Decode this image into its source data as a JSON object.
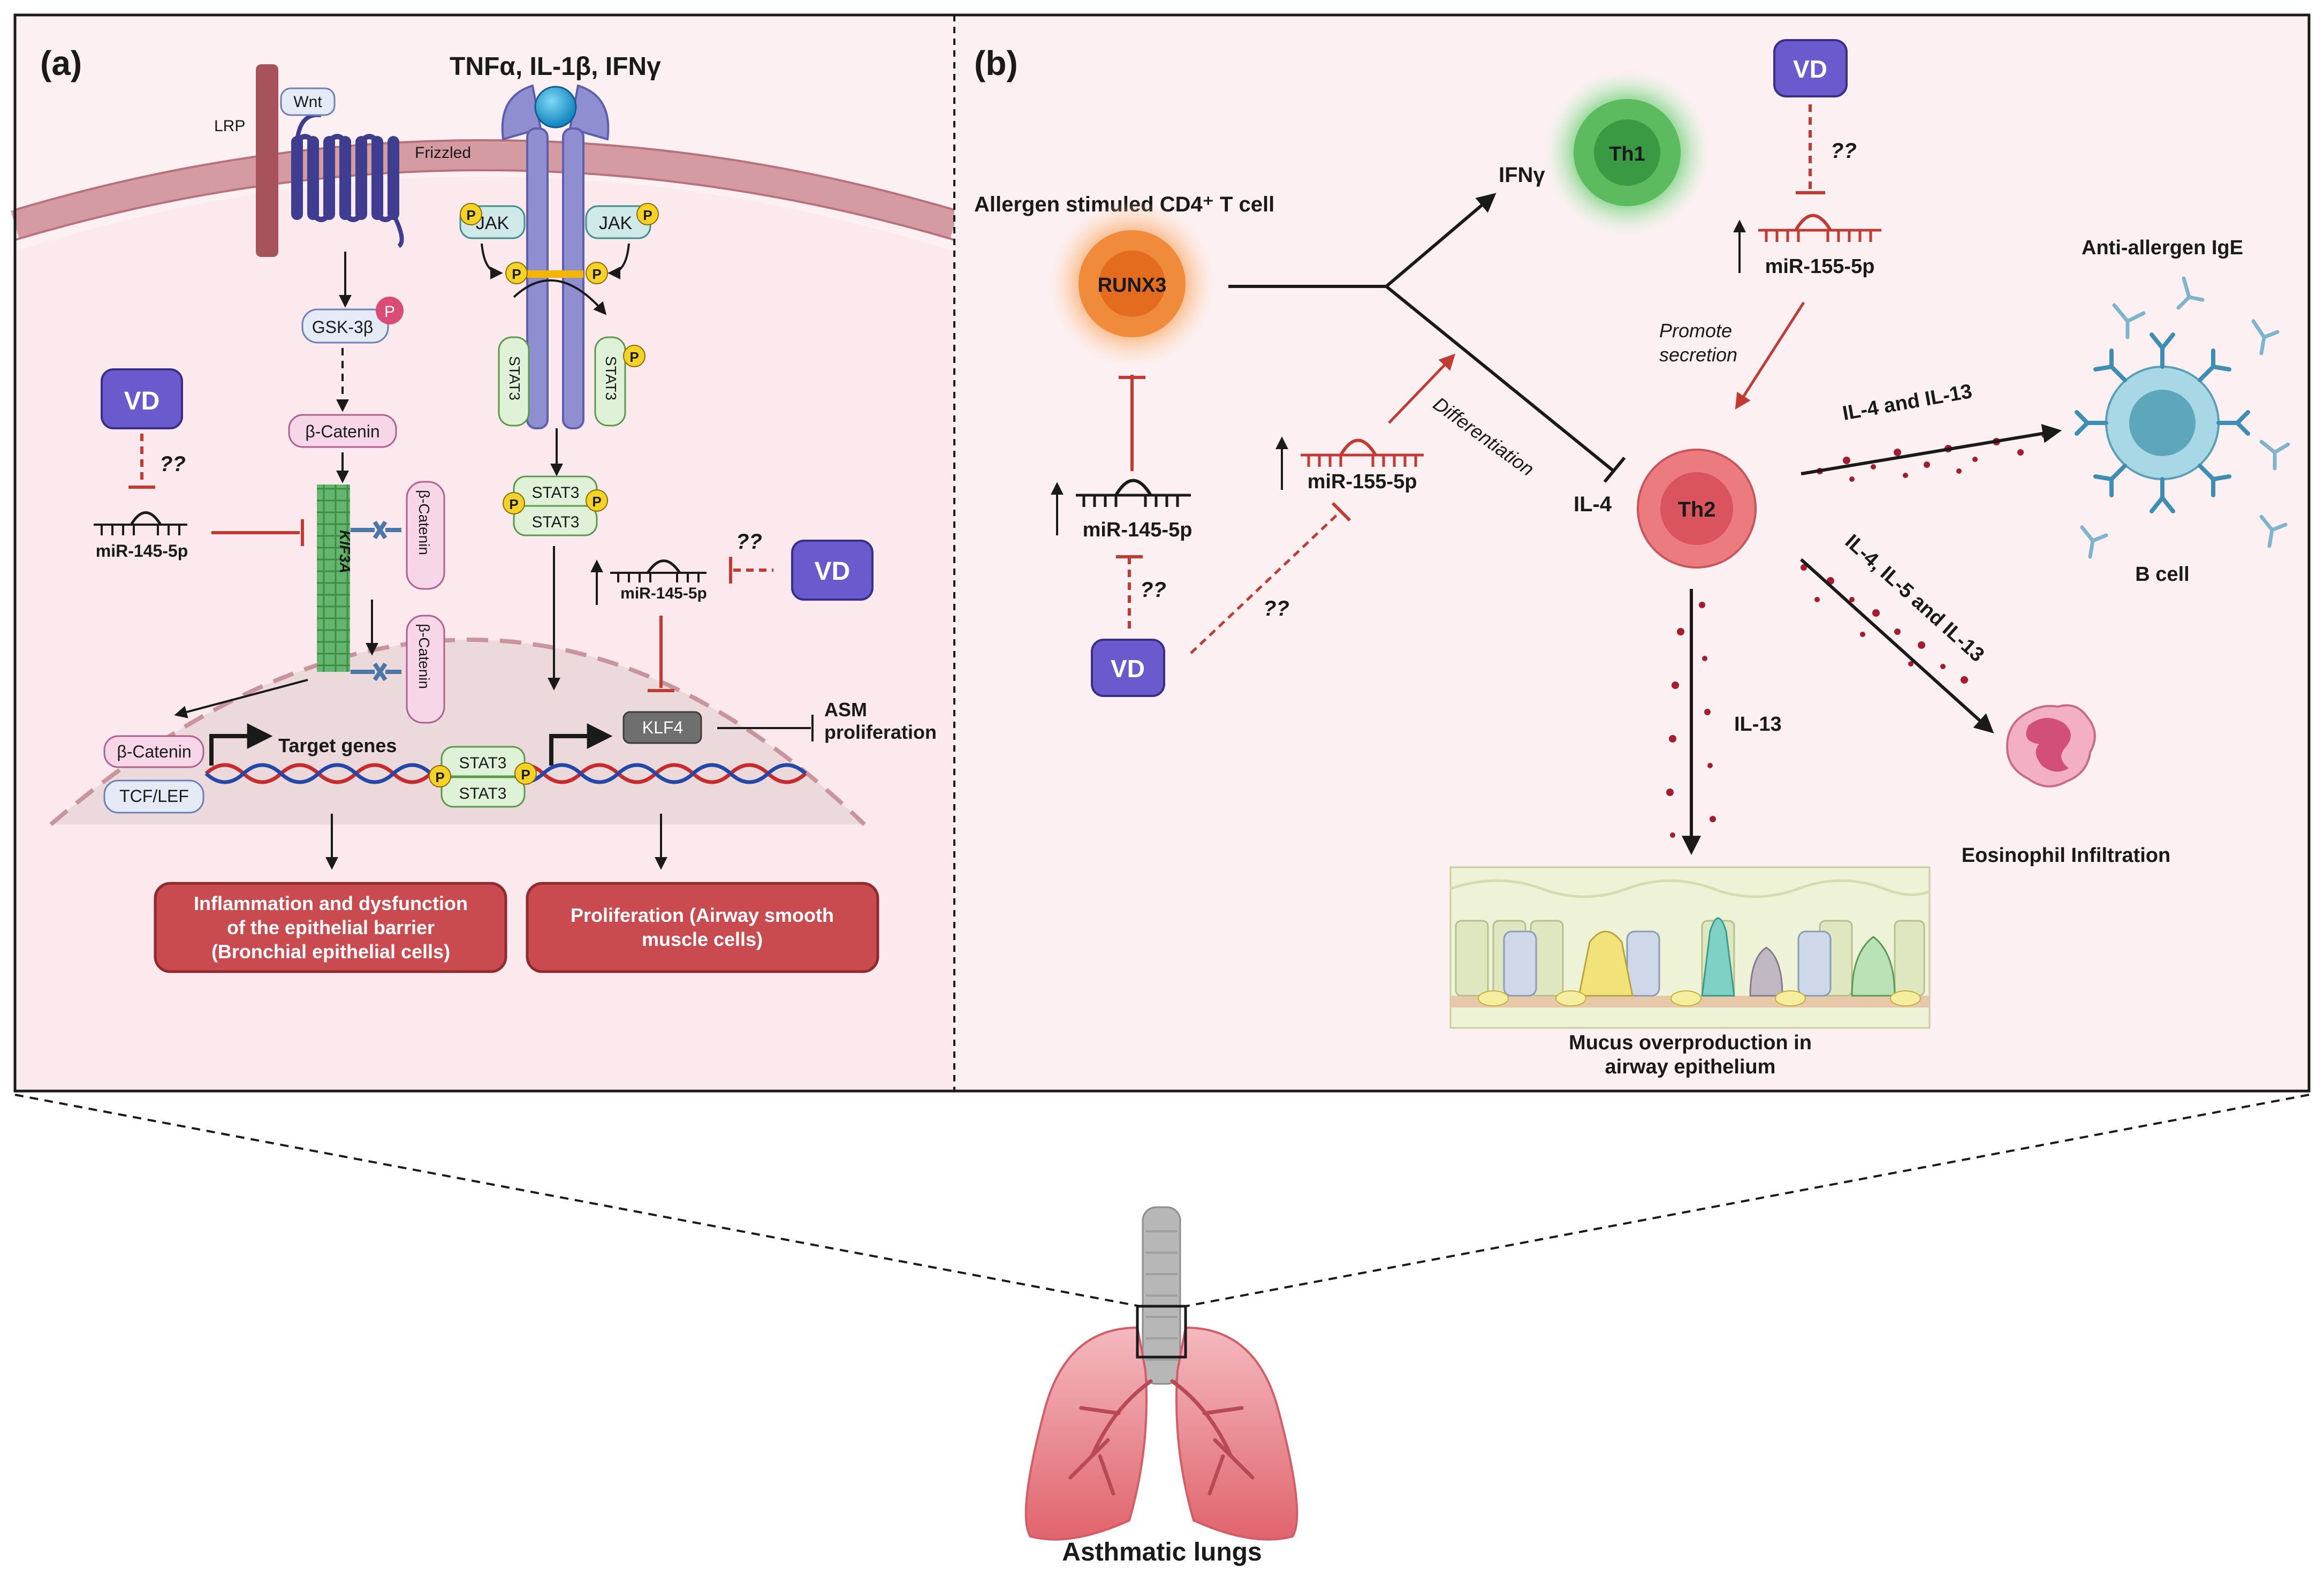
{
  "panel_a": {
    "label": "(a)",
    "ligands": "TNFα, IL-1β, IFNγ",
    "lrp": "LRP",
    "wnt": "Wnt",
    "frizzled": "Frizzled",
    "jak_left": "JAK",
    "jak_right": "JAK",
    "gsk": "GSK-3β",
    "b_catenin": "β-Catenin",
    "b_catenin_r1": "β-Catenin",
    "b_catenin_r2": "β-Catenin",
    "b_catenin_tcf": "β-Catenin",
    "kif3a": "KIF3A",
    "stat3_l": "STAT3",
    "stat3_r": "STAT3",
    "stat3_d1": "STAT3",
    "stat3_d2": "STAT3",
    "stat3_dna1": "STAT3",
    "stat3_dna2": "STAT3",
    "vd_1": "VD",
    "vd_2": "VD",
    "qq_1": "??",
    "qq_2": "??",
    "mir145_a": "miR-145-5p",
    "mir145_b": "miR-145-5p",
    "tcf": "TCF/LEF",
    "target_genes": "Target genes",
    "klf4": "KLF4",
    "asm_1": "ASM",
    "asm_2": "proliferation",
    "box1_l1": "Inflammation and dysfunction",
    "box1_l2": "of the epithelial barrier",
    "box1_l3": "(Bronchial epithelial cells)",
    "box2_l1": "Proliferation (Airway smooth",
    "box2_l2": "muscle cells)",
    "p": "P"
  },
  "panel_b": {
    "label": "(b)",
    "cd4_title": "Allergen stimuled CD4⁺ T cell",
    "runx3": "RUNX3",
    "th1": "Th1",
    "th2": "Th2",
    "ifng": "IFNγ",
    "il4": "IL-4",
    "vd_top": "VD",
    "vd_bottom": "VD",
    "qq_top": "??",
    "qq_b1": "??",
    "qq_b2": "??",
    "mir155_top": "miR-155-5p",
    "mir155_mid": "miR-155-5p",
    "mir145": "miR-145-5p",
    "promote_1": "Promote",
    "promote_2": "secretion",
    "differentiation": "Differentiation",
    "anti_ige": "Anti-allergen IgE",
    "il4_il13": "IL-4 and IL-13",
    "il4_5_13": "IL-4, IL-5 and IL-13",
    "b_cell": "B cell",
    "eosinophil": "Eosinophil Infiltration",
    "il13": "IL-13",
    "mucus_1": "Mucus overproduction in",
    "mucus_2": "airway epithelium"
  },
  "bottom": {
    "lungs_label": "Asthmatic lungs"
  },
  "colors": {
    "panel_bg": "#fcf0f3",
    "membrane": "#d59ba2",
    "vd_fill": "#6a5acd",
    "red_box": "#c94b4f",
    "inhibit_red": "#c23b32"
  }
}
